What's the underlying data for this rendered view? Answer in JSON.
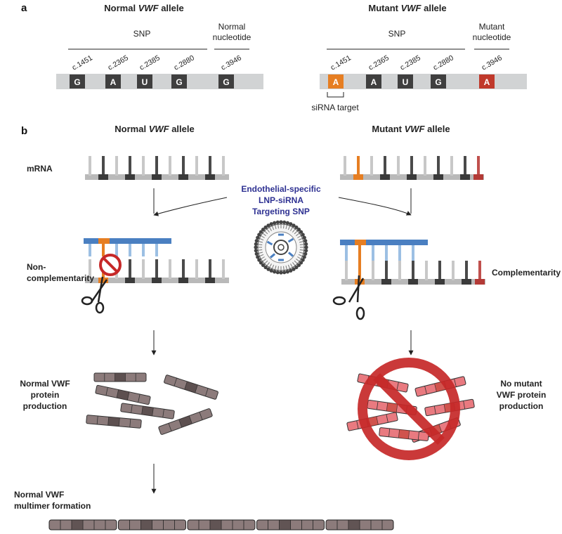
{
  "panel_a": {
    "letter": "a",
    "normal": {
      "title_prefix": "Normal ",
      "title_gene": "VWF",
      "title_suffix": " allele",
      "snp_label": "SNP",
      "extra_label_line1": "Normal",
      "extra_label_line2": "nucleotide",
      "positions": [
        "c.1451",
        "c.2365",
        "c.2385",
        "c.2880",
        "c.3946"
      ],
      "nucleotides": [
        "G",
        "A",
        "U",
        "G",
        "G"
      ]
    },
    "mutant": {
      "title_prefix": "Mutant ",
      "title_gene": "VWF",
      "title_suffix": " allele",
      "snp_label": "SNP",
      "extra_label_line1": "Mutant",
      "extra_label_line2": "nucleotide",
      "positions": [
        "c.1451",
        "c.2365",
        "c.2385",
        "c.2880",
        "c.3946"
      ],
      "nucleotides": [
        "A",
        "A",
        "U",
        "G",
        "A"
      ],
      "sirna_target_label": "siRNA target"
    }
  },
  "panel_b": {
    "letter": "b",
    "normal_title_prefix": "Normal ",
    "normal_title_gene": "VWF",
    "normal_title_suffix": " allele",
    "mutant_title_prefix": "Mutant ",
    "mutant_title_gene": "VWF",
    "mutant_title_suffix": " allele",
    "mrna_label": "mRNA",
    "lnp_line1": "Endothelial-specific",
    "lnp_line2": "LNP-siRNA",
    "lnp_line3": "Targeting SNP",
    "noncomp_line1": "Non-",
    "noncomp_line2": "complementarity",
    "comp_label": "Complementarity",
    "normal_protein_line1": "Normal VWF",
    "normal_protein_line2": "protein",
    "normal_protein_line3": "production",
    "mutant_protein_line1": "No mutant",
    "mutant_protein_line2": "VWF protein",
    "mutant_protein_line3": "production",
    "multimer_line1": "Normal VWF",
    "multimer_line2": "multimer formation"
  },
  "colors": {
    "nucleotide_dark": "#3f3f3f",
    "mutant_red": "#c0392b",
    "snp_orange": "#e67e22",
    "sirna_blue": "#4a7fc1",
    "sirna_light_blue": "#9cbfe3",
    "strand_gray": "#a9a9a9",
    "protein_gray": "#8c7b7b",
    "protein_red": "#e97a80",
    "prohibition_red": "#c62828",
    "lnp_text": "#2e3192"
  }
}
